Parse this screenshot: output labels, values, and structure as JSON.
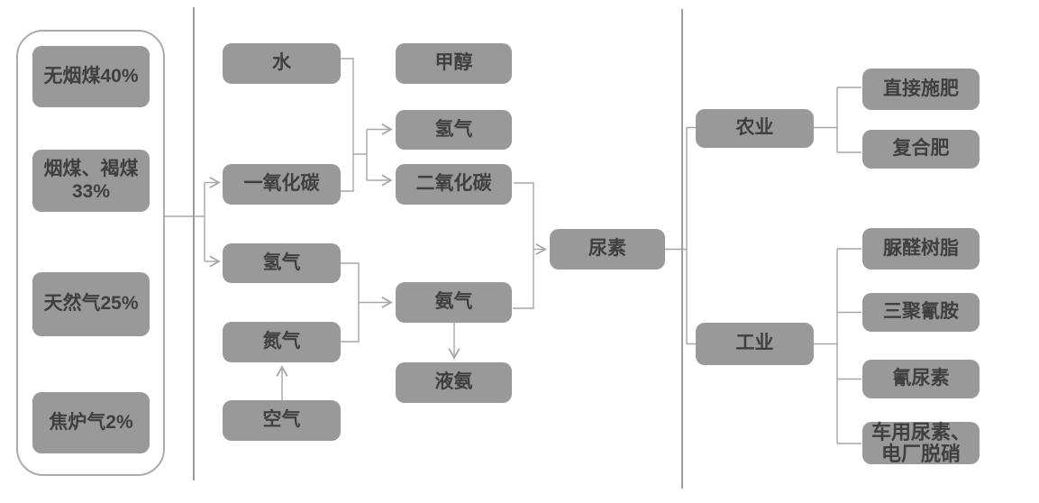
{
  "diagram_type": "flowchart",
  "colors": {
    "node_fill": "#999999",
    "node_text": "#3F3F3F",
    "connector": "#A6A6A6",
    "divider": "#9D9D9D",
    "container_border": "#ABABAB",
    "background": "#FFFFFF"
  },
  "raw_materials": {
    "items": [
      {
        "label": "无烟煤40%"
      },
      {
        "label": "烟煤、褐煤\n33%"
      },
      {
        "label": "天然气25%"
      },
      {
        "label": "焦炉气2%"
      }
    ]
  },
  "nodes": {
    "water": {
      "label": "水"
    },
    "carbon_monoxide": {
      "label": "一氧化碳"
    },
    "hydrogen_from_coal": {
      "label": "氢气"
    },
    "nitrogen": {
      "label": "氮气"
    },
    "air": {
      "label": "空气"
    },
    "methanol": {
      "label": "甲醇"
    },
    "hydrogen_from_shift": {
      "label": "氢气"
    },
    "carbon_dioxide": {
      "label": "二氧化碳"
    },
    "ammonia": {
      "label": "氨气"
    },
    "liquid_ammonia": {
      "label": "液氨"
    },
    "urea": {
      "label": "尿素"
    },
    "agriculture": {
      "label": "农业"
    },
    "industry": {
      "label": "工业"
    },
    "direct_fertilization": {
      "label": "直接施肥"
    },
    "compound_fertilizer": {
      "label": "复合肥"
    },
    "urea_formaldehyde_resin": {
      "label": "脲醛树脂"
    },
    "melamine": {
      "label": "三聚氰胺"
    },
    "cyanurea": {
      "label": "氰尿素"
    },
    "vehicle_urea_plant_denitration": {
      "label": "车用尿素、\n电厂脱硝"
    }
  },
  "edges": [
    {
      "from": "raw_materials_group",
      "to": "carbon_monoxide",
      "arrow": true
    },
    {
      "from": "raw_materials_group",
      "to": "hydrogen_from_coal",
      "arrow": true
    },
    {
      "from": "water + carbon_monoxide",
      "to": "hydrogen_from_shift",
      "arrow": true
    },
    {
      "from": "water + carbon_monoxide",
      "to": "carbon_dioxide",
      "arrow": true
    },
    {
      "from": "air",
      "to": "nitrogen",
      "arrow": true
    },
    {
      "from": "hydrogen_from_coal + nitrogen",
      "to": "ammonia",
      "arrow": true
    },
    {
      "from": "ammonia",
      "to": "liquid_ammonia",
      "arrow": true
    },
    {
      "from": "carbon_dioxide + ammonia",
      "to": "urea",
      "arrow": true
    },
    {
      "from": "urea",
      "to": "agriculture",
      "arrow": false
    },
    {
      "from": "urea",
      "to": "industry",
      "arrow": false
    },
    {
      "from": "agriculture",
      "to": "direct_fertilization",
      "arrow": false
    },
    {
      "from": "agriculture",
      "to": "compound_fertilizer",
      "arrow": false
    },
    {
      "from": "industry",
      "to": "urea_formaldehyde_resin",
      "arrow": false
    },
    {
      "from": "industry",
      "to": "melamine",
      "arrow": false
    },
    {
      "from": "industry",
      "to": "cyanurea",
      "arrow": false
    },
    {
      "from": "industry",
      "to": "vehicle_urea_plant_denitration",
      "arrow": false
    }
  ]
}
